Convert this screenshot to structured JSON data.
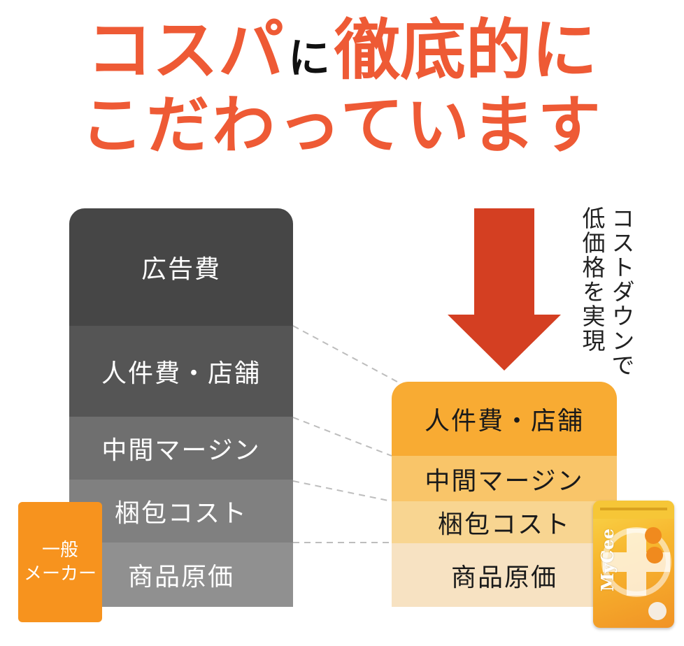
{
  "headline": {
    "line1_part1": "コスパ",
    "line1_part2": "に",
    "line1_part3": "徹底的に",
    "line2": "こだわっています"
  },
  "left_stack": {
    "layers": [
      {
        "label": "広告費",
        "color": "#464646"
      },
      {
        "label": "人件費・店舗",
        "color": "#555555"
      },
      {
        "label": "中間マージン",
        "color": "#6f6f6f"
      },
      {
        "label": "梱包コスト",
        "color": "#808080"
      },
      {
        "label": "商品原価",
        "color": "#909090"
      }
    ]
  },
  "left_badge": {
    "line1": "一般",
    "line2": "メーカー",
    "color": "#f7931e"
  },
  "right_stack": {
    "layers": [
      {
        "label": "人件費・店舗",
        "color": "#f8ab33"
      },
      {
        "label": "中間マージン",
        "color": "#f9c569"
      },
      {
        "label": "梱包コスト",
        "color": "#f8d591"
      },
      {
        "label": "商品原価",
        "color": "#f7e2c2"
      }
    ]
  },
  "arrow": {
    "color": "#d43f22"
  },
  "annotation": {
    "col1": "コストダウンで",
    "col2": "低価格を実現"
  },
  "product": {
    "brand": "MyCee"
  }
}
